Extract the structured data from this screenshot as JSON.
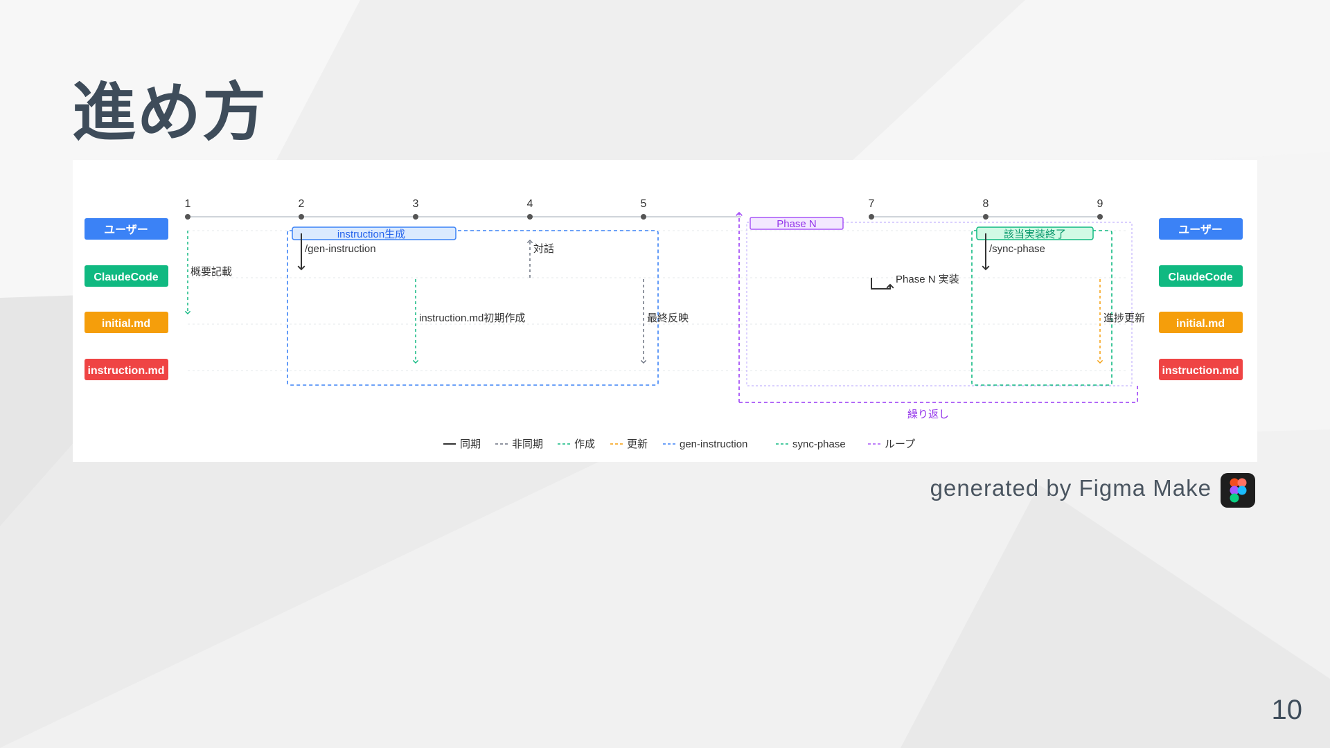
{
  "slide": {
    "title": "進め方",
    "credit": "generated by Figma Make",
    "page_number": "10"
  },
  "lanes": [
    {
      "label": "ユーザー",
      "color": "#3b82f6"
    },
    {
      "label": "ClaudeCode",
      "color": "#10b981"
    },
    {
      "label": "initial.md",
      "color": "#f59e0b"
    },
    {
      "label": "instruction.md",
      "color": "#ef4444"
    }
  ],
  "steps": [
    "1",
    "2",
    "3",
    "4",
    "5",
    "7",
    "8",
    "9"
  ],
  "groups": {
    "gen_instruction": "instruction生成",
    "phase_n": "Phase N",
    "sync_phase": "該当実装終了",
    "loop": "繰り返し"
  },
  "messages": {
    "outline": "概要記載",
    "gen_cmd": "/gen-instruction",
    "dialogue": "対話",
    "initial_create": "instruction.md初期作成",
    "final_reflect": "最終反映",
    "phase_impl": "Phase N 実装",
    "sync_cmd": "/sync-phase",
    "progress_update": "進捗更新"
  },
  "legend": [
    {
      "label": "同期",
      "color": "#333333",
      "style": "solid"
    },
    {
      "label": "非同期",
      "color": "#6b7280",
      "style": "dashed"
    },
    {
      "label": "作成",
      "color": "#10b981",
      "style": "dashed"
    },
    {
      "label": "更新",
      "color": "#f59e0b",
      "style": "dashed"
    },
    {
      "label": "gen-instruction",
      "color": "#3b82f6",
      "style": "dashed"
    },
    {
      "label": "sync-phase",
      "color": "#10b981",
      "style": "dashed"
    },
    {
      "label": "ループ",
      "color": "#a855f7",
      "style": "dashed"
    }
  ],
  "colors": {
    "title": "#3e4c5a",
    "background": "#f3f3f3"
  }
}
